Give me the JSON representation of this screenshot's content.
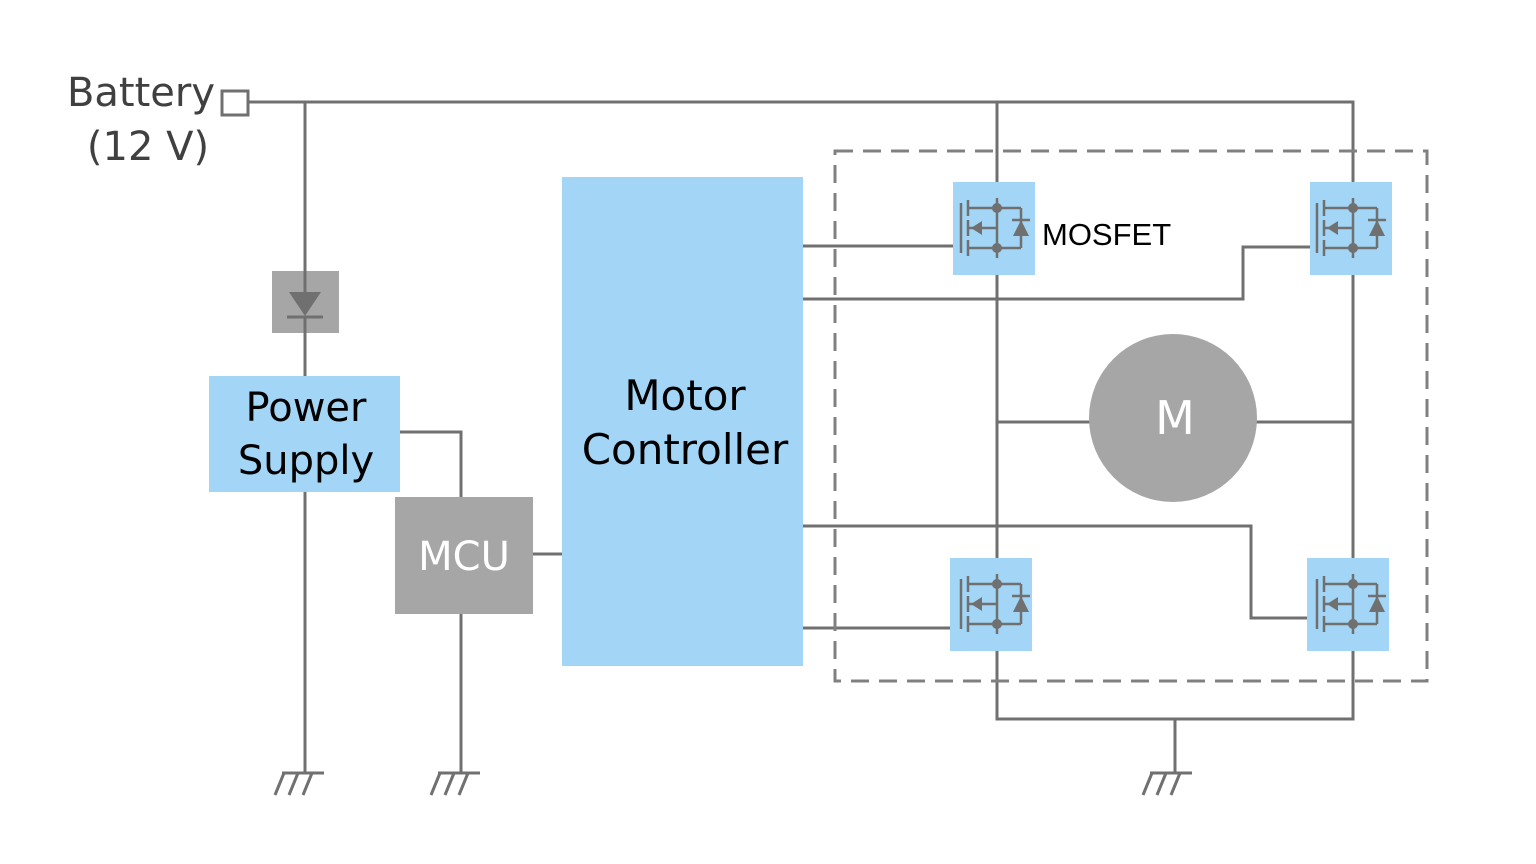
{
  "battery": {
    "line1": "Battery",
    "line2": "(12 V)"
  },
  "power_supply": {
    "line1": "Power",
    "line2": "Supply"
  },
  "mcu": {
    "label": "MCU"
  },
  "motor_controller": {
    "line1": "Motor",
    "line2": "Controller"
  },
  "motor": {
    "label": "M"
  },
  "mosfet_label": "MOSFET",
  "colors": {
    "block_blue": "#a3d6f6",
    "block_gray": "#a6a6a6",
    "wire": "#707070"
  }
}
